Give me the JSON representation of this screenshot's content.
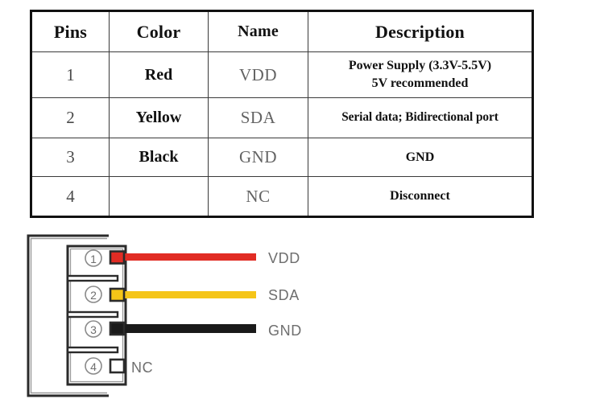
{
  "table": {
    "headers": [
      "Pins",
      "Color",
      "Name",
      "Description"
    ],
    "rows": [
      {
        "pin": "1",
        "color": "Red",
        "name": "VDD",
        "desc_line1": "Power Supply (3.3V-5.5V)",
        "desc_line2": "5V recommended"
      },
      {
        "pin": "2",
        "color": "Yellow",
        "name": "SDA",
        "desc_line1": "Serial data; Bidirectional port",
        "desc_line2": ""
      },
      {
        "pin": "3",
        "color": "Black",
        "name": "GND",
        "desc_line1": "GND",
        "desc_line2": ""
      },
      {
        "pin": "4",
        "color": "",
        "name": "NC",
        "desc_line1": "Disconnect",
        "desc_line2": ""
      }
    ]
  },
  "diagram": {
    "pin_markers": [
      "①",
      "②",
      "③",
      "④"
    ],
    "wires": [
      {
        "label": "VDD",
        "color": "#E12C24",
        "pin": "1"
      },
      {
        "label": "SDA",
        "color": "#F5C518",
        "pin": "2"
      },
      {
        "label": "GND",
        "color": "#1A1A1A",
        "pin": "3"
      }
    ],
    "nc_label": "NC",
    "colors": {
      "outline": "#2b2b2b",
      "outline_light": "#8a8a8a",
      "label_text": "#6e6e6e",
      "terminal_fill": "#ffffff"
    }
  }
}
